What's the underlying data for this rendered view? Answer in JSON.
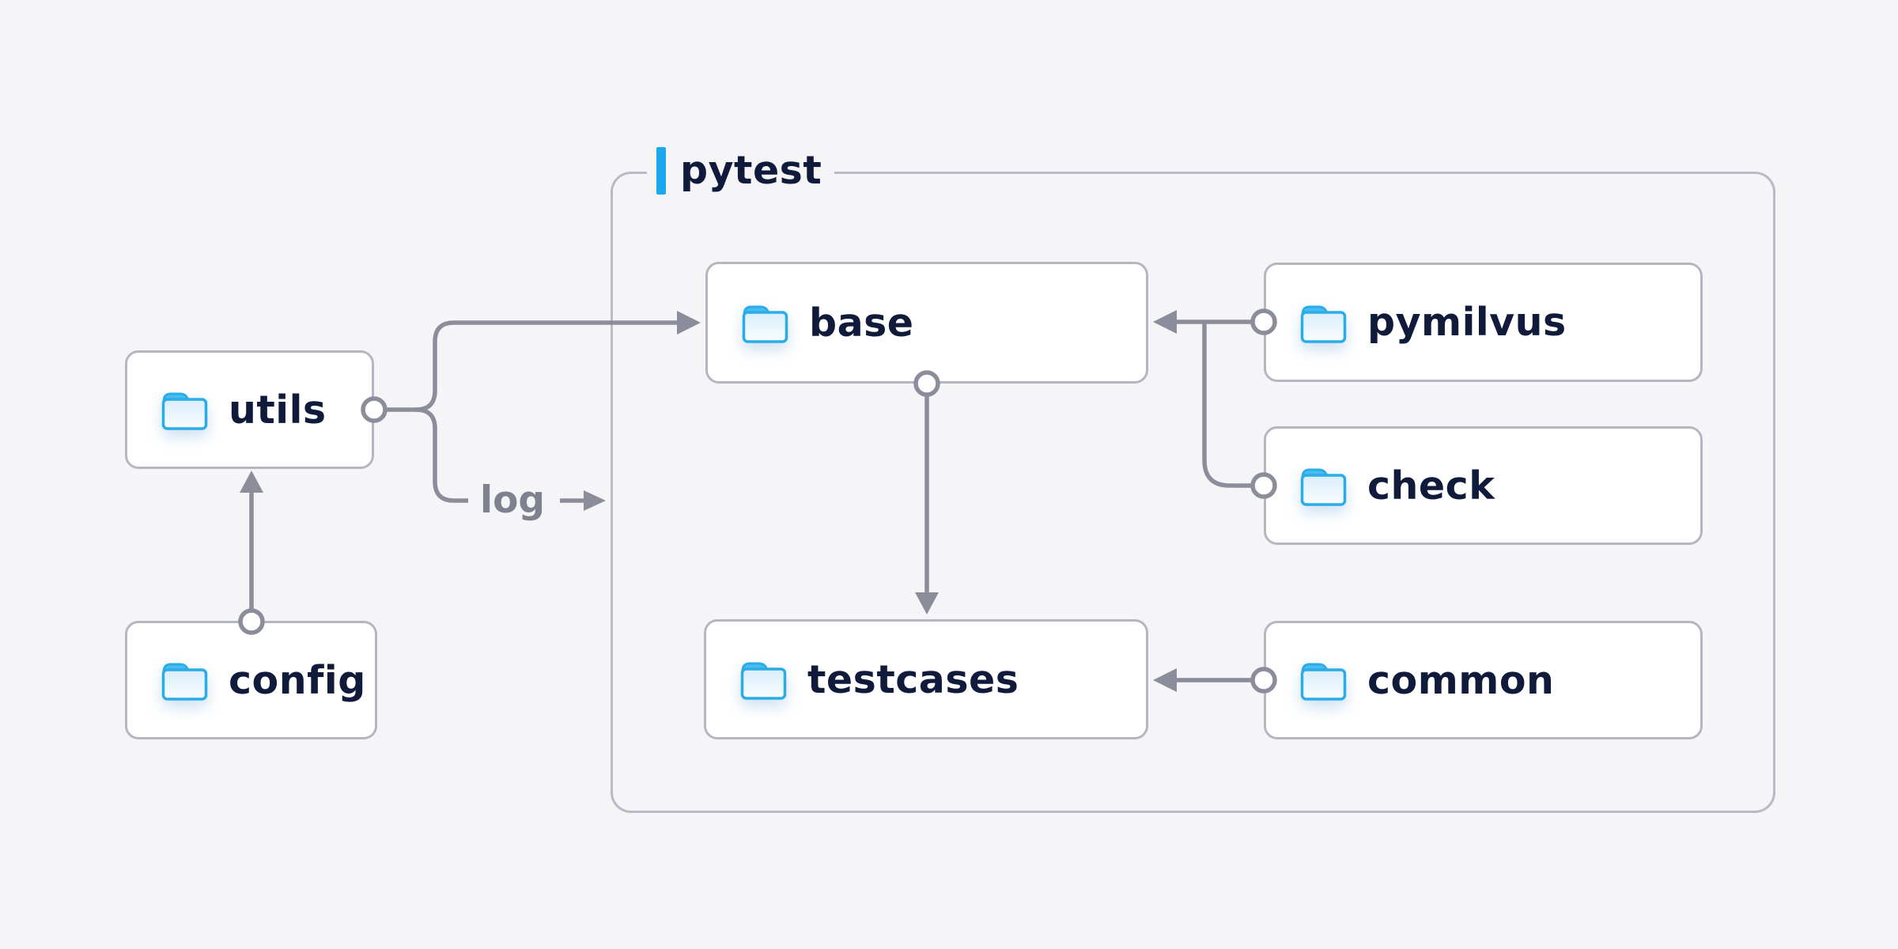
{
  "diagram": {
    "title_group": {
      "label": "pytest"
    },
    "nodes": [
      {
        "id": "utils",
        "label": "utils"
      },
      {
        "id": "config",
        "label": "config"
      },
      {
        "id": "base",
        "label": "base"
      },
      {
        "id": "pymilvus",
        "label": "pymilvus"
      },
      {
        "id": "check",
        "label": "check"
      },
      {
        "id": "testcases",
        "label": "testcases"
      },
      {
        "id": "common",
        "label": "common"
      }
    ],
    "edge_label": "log",
    "edges": [
      {
        "from": "config",
        "to": "utils",
        "style": "arrow-up"
      },
      {
        "from": "utils",
        "to": "base",
        "style": "arrow-right"
      },
      {
        "from": "utils",
        "to": "log",
        "style": "arrow-right-small"
      },
      {
        "from": "base",
        "to": "testcases",
        "style": "arrow-down"
      },
      {
        "from": "pymilvus",
        "to": "base",
        "style": "arrow-left"
      },
      {
        "from": "check",
        "to": "base",
        "style": "arrow-left-branch"
      },
      {
        "from": "common",
        "to": "testcases",
        "style": "arrow-left"
      }
    ],
    "colors": {
      "background": "#F5F5F7",
      "node_fill": "#FFFFFF",
      "node_border": "#B4B6C2",
      "group_border": "#B9BAC6",
      "connector": "#8B8D9A",
      "label_text": "#101B3B",
      "edge_label_text": "#7F818E",
      "accent_blue": "#1CA8EE",
      "folder_stroke": "#2AACE8",
      "folder_tab": "#49BDF1"
    }
  }
}
